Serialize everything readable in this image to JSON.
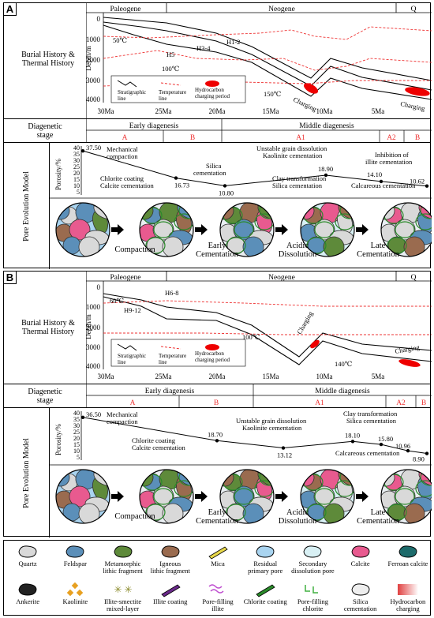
{
  "panels": [
    {
      "id": "A",
      "burial_label": "Burial History &\nThermal History",
      "eras": [
        "Paleogene",
        "Neogene",
        "Q"
      ],
      "y_axis_label": "Depth/m",
      "y_ticks": [
        "0",
        "1000",
        "2000",
        "3000",
        "4000"
      ],
      "x_ticks": [
        "30Ma",
        "25Ma",
        "20Ma",
        "15Ma",
        "10Ma",
        "5Ma"
      ],
      "horizon_labels": [
        "H1-2",
        "H3-4",
        "H5"
      ],
      "temps": [
        "50℃",
        "100℃",
        "150℃"
      ],
      "charging_labels": [
        "Charging",
        "Charging"
      ],
      "legend": {
        "strat": "Stratigraphic\nline",
        "temp": "Temperature\nline",
        "hc": "Hydrocarbon\ncharging period"
      },
      "diag_label": "Diagenetic\nstage",
      "early": "Early diagenesis",
      "middle": "Middle diagenesis",
      "stages": [
        "A",
        "B",
        "A1",
        "A2",
        "B"
      ],
      "pore_label": "Pore Evolution Model",
      "porosity_label": "Porosity/%",
      "p_ticks": [
        "40",
        "35",
        "30",
        "25",
        "20",
        "15",
        "10",
        "5"
      ],
      "porosity_values": [
        37.5,
        16.73,
        10.8,
        18.9,
        14.1,
        10.62
      ],
      "porosity_labels": [
        "37.50",
        "16.73",
        "10.80",
        "18.90",
        "14.10",
        "10.62"
      ],
      "notes": [
        "Mechanical\ncompaction",
        "Chlorite coating\nCalcite cementation",
        "Silica\ncementation",
        "Unstable grain dissolution\nKaolinite cementation",
        "Clay transformation\nSilica cementation",
        "Inhibition of\nillite cementation",
        "Calcareous cementation"
      ],
      "steps": [
        "Compaction",
        "Early\nCementation",
        "Acidic\nDissolution",
        "Late\nCementation"
      ]
    },
    {
      "id": "B",
      "burial_label": "Burial History &\nThermal History",
      "eras": [
        "Paleogene",
        "Neogene",
        "Q"
      ],
      "y_axis_label": "Depth/m",
      "y_ticks": [
        "0",
        "1000",
        "2000",
        "3000",
        "4000"
      ],
      "x_ticks": [
        "30Ma",
        "25Ma",
        "20Ma",
        "15Ma",
        "10Ma",
        "5Ma"
      ],
      "horizon_labels": [
        "H6-8",
        "H9-12"
      ],
      "temps": [
        "60℃",
        "100℃",
        "140℃"
      ],
      "charging_labels": [
        "Charging",
        "Charging"
      ],
      "legend": {
        "strat": "Stratigraphic\nline",
        "temp": "Temperature\nline",
        "hc": "Hydrocarbon\ncharging period"
      },
      "diag_label": "Diagenetic\nstage",
      "early": "Early diagenesis",
      "middle": "Middle diagenesis",
      "stages": [
        "A",
        "B",
        "A1",
        "A2",
        "B"
      ],
      "pore_label": "Pore Evolution Model",
      "porosity_label": "Porosity/%",
      "p_ticks": [
        "40",
        "35",
        "30",
        "25",
        "20",
        "15",
        "10",
        "5"
      ],
      "porosity_values": [
        36.5,
        18.7,
        13.12,
        18.1,
        15.8,
        10.96,
        8.9
      ],
      "porosity_labels": [
        "36.50",
        "18.70",
        "13.12",
        "18.10",
        "15.80",
        "10.96",
        "8.90"
      ],
      "notes": [
        "Mechanical\ncompaction",
        "Chlorite coating\nCalcite cementation",
        "Unstable grain dissolution\nKaolinite cementation",
        "Clay transformation\nSilica cementation",
        "Calcareous cementation"
      ],
      "steps": [
        "Compaction",
        "Early\nCementation",
        "Acidic\nDissolution",
        "Late\nCementation"
      ]
    }
  ],
  "legend_items": [
    {
      "label": "Quartz",
      "icon": "quartz-icon",
      "color": "#d9d9d9"
    },
    {
      "label": "Feldspar",
      "icon": "feldspar-icon",
      "color": "#5b8fb9"
    },
    {
      "label": "Metamorphic\nlithic fragment",
      "icon": "metamorphic-icon",
      "color": "#5e8a3a"
    },
    {
      "label": "Igneous\nlithic fragment",
      "icon": "igneous-icon",
      "color": "#9a6b4f"
    },
    {
      "label": "Mica",
      "icon": "mica-icon",
      "color": "#e8d84a"
    },
    {
      "label": "Residual\nprimary pore",
      "icon": "primary-pore-icon",
      "color": "#a9d4f0"
    },
    {
      "label": "Secondary\ndissolution pore",
      "icon": "secondary-pore-icon",
      "color": "#d8f0f4"
    },
    {
      "label": "Calcite",
      "icon": "calcite-icon",
      "color": "#e85a8f"
    },
    {
      "label": "Ferroan calcite",
      "icon": "ferroan-calcite-icon",
      "color": "#1d6b6b"
    },
    {
      "label": "Ankerite",
      "icon": "ankerite-icon",
      "color": "#222222"
    },
    {
      "label": "Kaolinite",
      "icon": "kaolinite-icon",
      "color": "#e8a020"
    },
    {
      "label": "Illite-smectite\nmixed-layer",
      "icon": "illite-smectite-icon",
      "color": "#8a8a2a"
    },
    {
      "label": "Illite coating",
      "icon": "illite-coating-icon",
      "color": "#6a2a8a"
    },
    {
      "label": "Pore-filling\nillite",
      "icon": "pore-filling-illite-icon",
      "color": "#c050d0"
    },
    {
      "label": "Chlorite coating",
      "icon": "chlorite-coating-icon",
      "color": "#2a8a2a"
    },
    {
      "label": "Pore-filling\nchlorite",
      "icon": "pore-filling-chlorite-icon",
      "color": "#40b040"
    },
    {
      "label": "Silica\ncementation",
      "icon": "silica-icon",
      "color": "#eeeeee"
    },
    {
      "label": "Hydrocarbon\ncharging",
      "icon": "hydrocarbon-icon",
      "color": "#f0a0a0"
    }
  ]
}
